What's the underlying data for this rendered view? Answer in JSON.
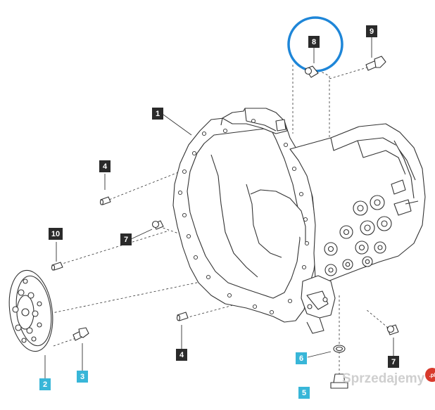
{
  "callouts": {
    "c1": "1",
    "c2": "2",
    "c3": "3",
    "c4a": "4",
    "c4b": "4",
    "c6": "6",
    "c7a": "7",
    "c7b": "7",
    "c8": "8",
    "c9": "9",
    "c10": "10",
    "c5": "5"
  },
  "colors": {
    "dark_label": "#2a2a2a",
    "cyan_label": "#38b6d8",
    "highlight_ring": "#1e86d8",
    "line": "#333333"
  },
  "watermark": {
    "text": "Sprzedajemy",
    "badge": ".pl"
  }
}
